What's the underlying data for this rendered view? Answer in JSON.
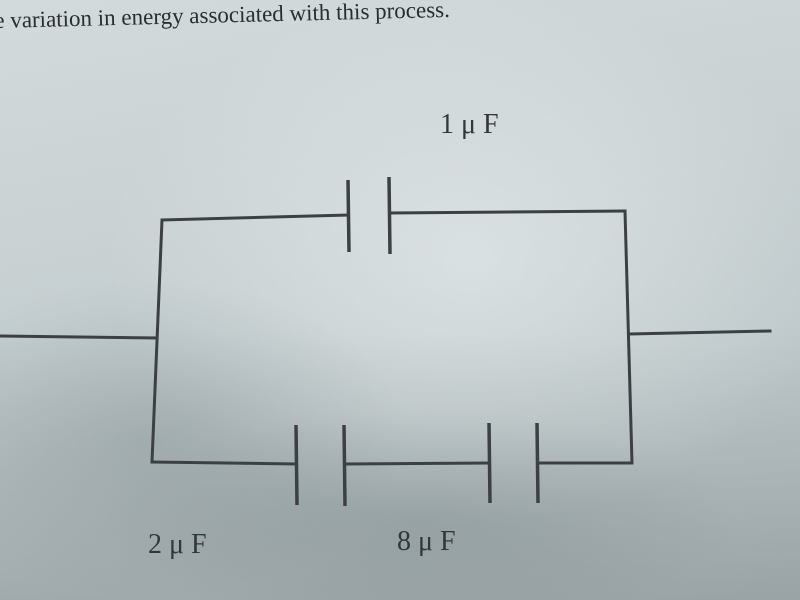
{
  "caption": "e variation in energy associated with this process.",
  "capacitors": [
    {
      "id": "top",
      "label": "1 μ F"
    },
    {
      "id": "bottom-left",
      "label": "2 μ F"
    },
    {
      "id": "bottom-right",
      "label": "8 μ F"
    }
  ]
}
